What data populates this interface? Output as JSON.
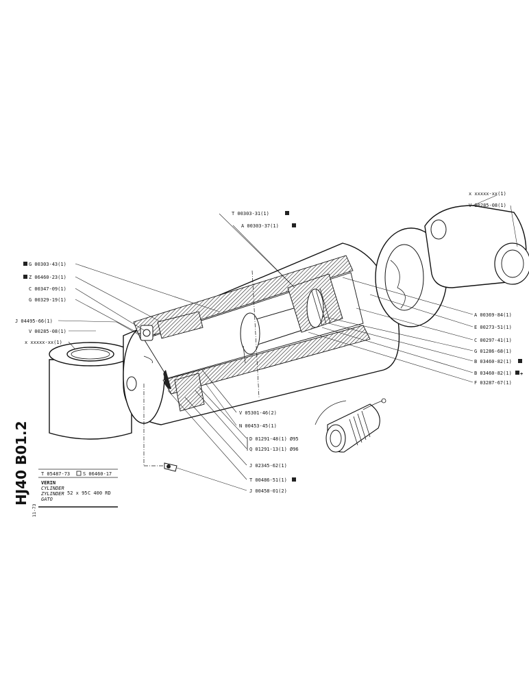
{
  "sheet": {
    "code": "HJ40  B01.2",
    "date": "11-73"
  },
  "title_block": {
    "ref_t": "T 05487-73",
    "ref_s": "S 06460-17",
    "line1": "VERIN",
    "line2": "CYLINDER",
    "line3": "ZYLINDER",
    "line4": "GATO",
    "size": "52 x 95",
    "model": "C 400 RD"
  },
  "labels_right": [
    "x xxxxx-xx(1)",
    "V 00285-08(1)",
    "A 00369-84(1)",
    "E 00273-51(1)",
    "C 00297-41(1)",
    "G 01286-68(1)",
    "B 03460-82(1)",
    "B 03460-82(1)",
    "F 03287-67(1)"
  ],
  "labels_left": [
    "G 00303-43(1)",
    "Z 06460-23(1)",
    "C 00347-09(1)",
    "G 00329-19(1)",
    "J 04495-66(1)",
    "V 00285-08(1)",
    "x xxxxx-xx(1)"
  ],
  "labels_top": [
    "T 00303-31(1)",
    "A 00303-37(1)"
  ],
  "labels_bottom": [
    "V 05301-46(2)",
    "N 00453-45(1)",
    "D 01291-48(1) Ø95",
    "Q 01291-13(1) Ø96",
    "J 02345-62(1)",
    "T 00486-51(1)",
    "J 00458-01(2)"
  ]
}
